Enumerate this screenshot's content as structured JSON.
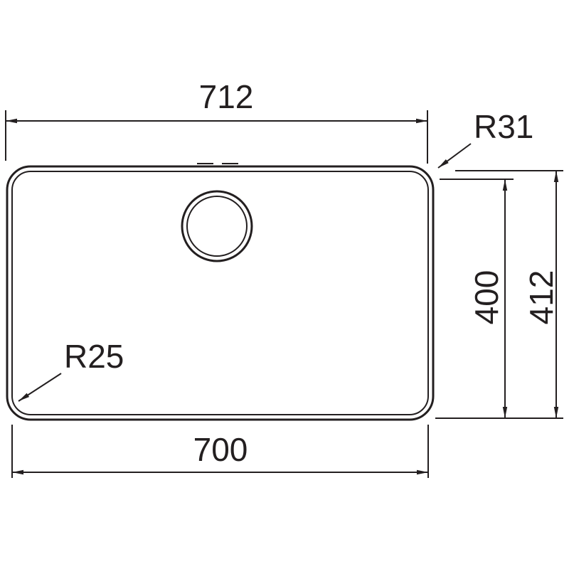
{
  "drawing": {
    "colors": {
      "line": "#231f20",
      "background": "#ffffff"
    },
    "labels": {
      "top_width": "712",
      "bottom_width": "700",
      "inner_height": "400",
      "outer_height": "412",
      "corner_radius_top_right": "R31",
      "corner_radius_bottom_left": "R25"
    }
  }
}
